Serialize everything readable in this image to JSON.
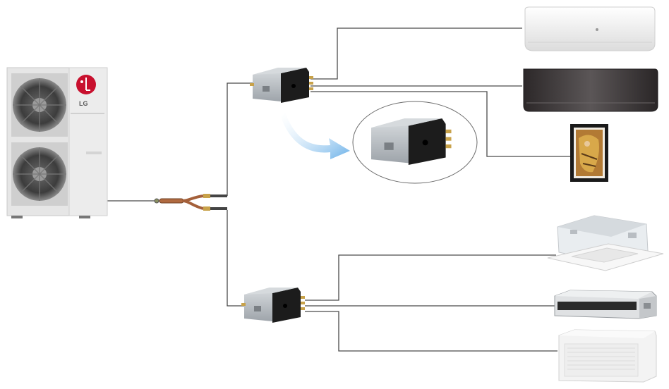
{
  "outdoor_unit": {
    "brand": "LG"
  },
  "colors": {
    "pipe": "#4a4a4a",
    "unit_casing": "#e4e4e4",
    "lg_red": "#c8102e",
    "branch_box_silver": "#b8bdc2",
    "branch_box_black": "#1c1c1c",
    "valve_brass": "#c8a24a",
    "arrow_blue": "#5aa8e6",
    "artcool_dark": "#3a3536"
  },
  "branch_boxes": [
    {
      "id": "upper",
      "outlets": 3
    },
    {
      "id": "lower",
      "outlets": 3
    }
  ],
  "indoor_units": [
    {
      "type": "wall-mounted",
      "finish": "white"
    },
    {
      "type": "wall-mounted",
      "finish": "mirror-black"
    },
    {
      "type": "art-cool-gallery",
      "finish": "painting"
    },
    {
      "type": "ceiling-cassette",
      "finish": "white"
    },
    {
      "type": "ducted",
      "finish": "grey"
    },
    {
      "type": "floor-ceiling-convertible",
      "finish": "white"
    }
  ],
  "icons": [
    "outdoor-unit-icon",
    "y-branch-icon",
    "branch-box-icon",
    "arrow-icon",
    "zoom-callout-icon"
  ]
}
